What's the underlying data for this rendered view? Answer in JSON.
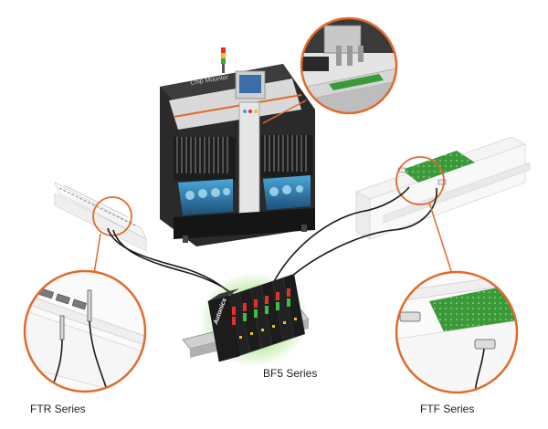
{
  "labels": {
    "ftr_series": "FTR Series",
    "ftf_series": "FTF Series",
    "bf5_series": "BF5 Series",
    "machine_name": "Chip Mounter",
    "brand": "Autonics"
  },
  "colors": {
    "accent_orange": "#e06a2a",
    "cable": "#1a1a1a",
    "pcb_green": "#3a9a3a",
    "glow_green": "#7ad24a",
    "machine_dark": "#2a2a2a",
    "machine_light": "#dcdcdc"
  }
}
